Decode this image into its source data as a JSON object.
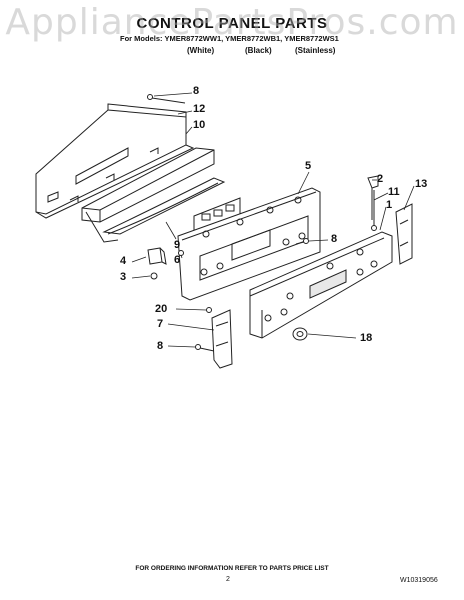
{
  "watermark": "AppliancePartsPros.com",
  "title": "CONTROL PANEL PARTS",
  "models_line": "For Models: YMER8772WW1, YMER8772WB1, YMER8772WS1",
  "variants": [
    "(White)",
    "(Black)",
    "(Stainless)"
  ],
  "callouts": [
    "8",
    "12",
    "10",
    "5",
    "2",
    "11",
    "13",
    "1",
    "9",
    "6",
    "8",
    "4",
    "3",
    "20",
    "7",
    "18",
    "8"
  ],
  "footer": "FOR ORDERING INFORMATION REFER TO PARTS PRICE LIST",
  "page_number": "2",
  "document_number": "W10319056"
}
